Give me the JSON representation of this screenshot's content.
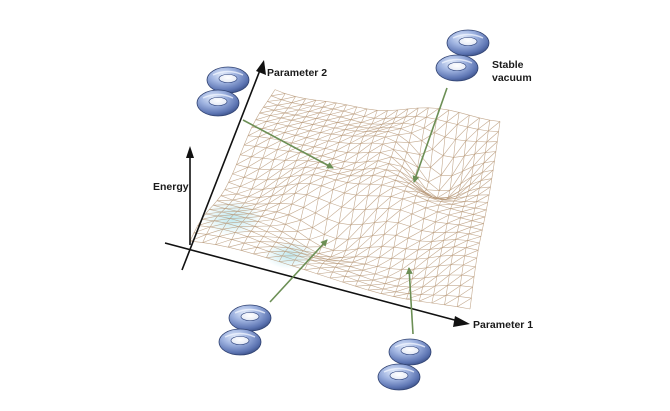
{
  "labels": {
    "parameter_2": "Parameter 2",
    "parameter_1": "Parameter 1",
    "energy": "Energy",
    "stable_line1": "Stable",
    "stable_line2": "vacuum"
  },
  "colors": {
    "mesh": "#b89a7a",
    "torus_light": "#c8d6f2",
    "torus_mid": "#7f97cf",
    "torus_dark": "#3f568f",
    "arrow": "#6c8f55",
    "axis": "#111111",
    "cyan_tint": "#bfe8ee"
  },
  "icons": {
    "torus": "torus-icon",
    "pointer": "arrow-icon"
  }
}
